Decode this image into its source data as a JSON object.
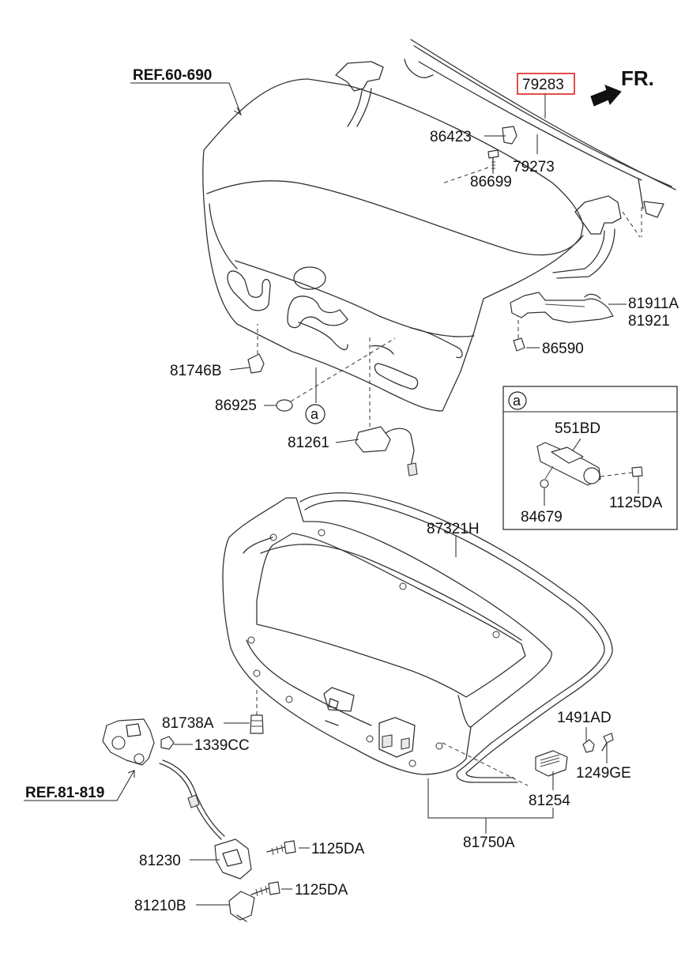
{
  "direction": {
    "label": "FR."
  },
  "refs": {
    "upper": "REF.60-690",
    "lower": "REF.81-819"
  },
  "detail": {
    "marker": "a"
  },
  "highlight_color": "#e02020",
  "parts": {
    "p79283": "79283",
    "p86423": "86423",
    "p79273": "79273",
    "p86699": "86699",
    "p81911A": "81911A",
    "p81921": "81921",
    "p86590": "86590",
    "p81746B": "81746B",
    "p86925": "86925",
    "p81261": "81261",
    "p551BD": "551BD",
    "p84679": "84679",
    "p1125DA_a": "1125DA",
    "p87321H": "87321H",
    "p81738A": "81738A",
    "p1339CC": "1339CC",
    "p1491AD": "1491AD",
    "p1249GE": "1249GE",
    "p81254": "81254",
    "p81750A": "81750A",
    "p81230": "81230",
    "p1125DA_b": "1125DA",
    "p81210B": "81210B",
    "p1125DA_c": "1125DA"
  }
}
